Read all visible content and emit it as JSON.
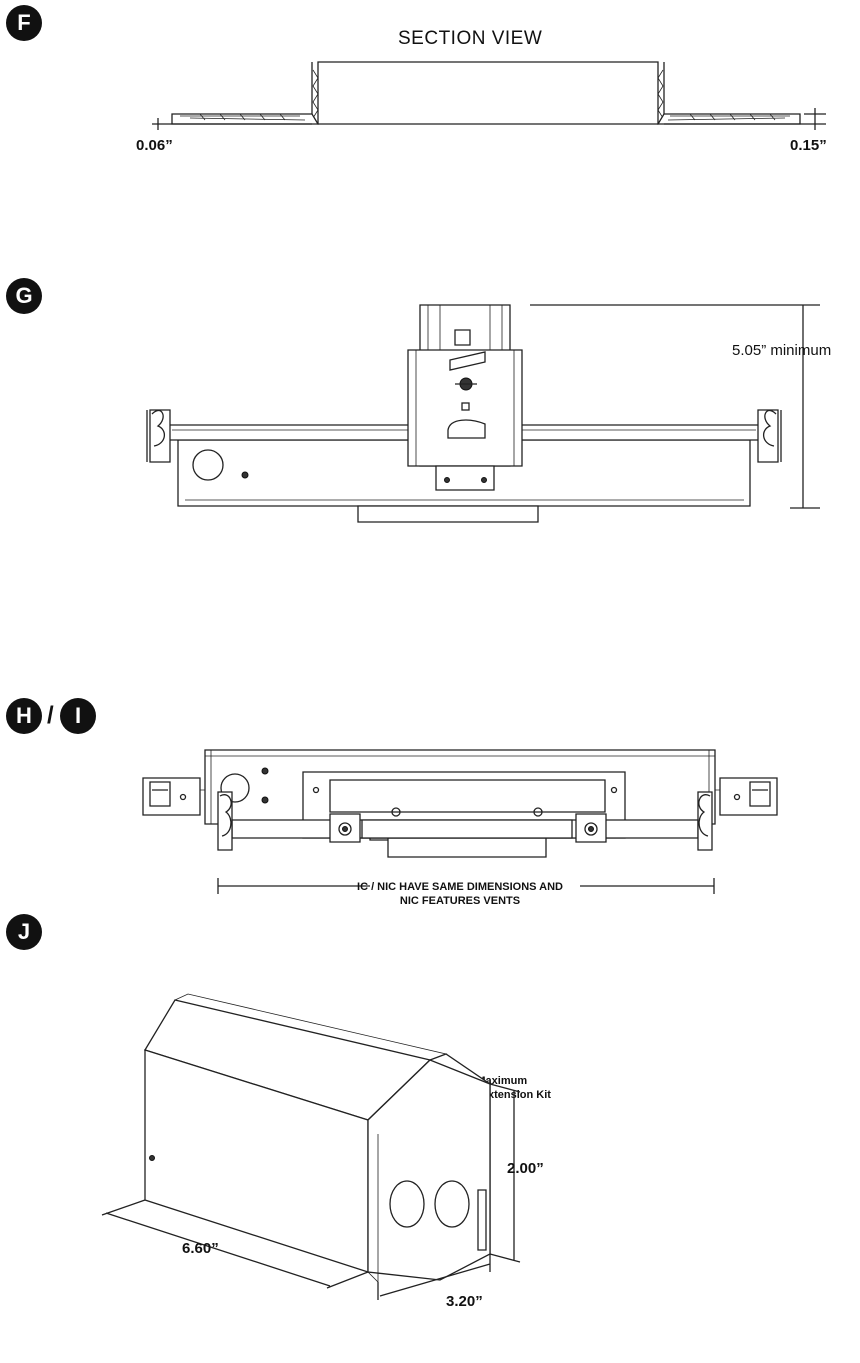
{
  "labels": {
    "f": "F",
    "g": "G",
    "h": "H",
    "slash": "/",
    "i": "I",
    "j": "J"
  },
  "section_view": {
    "title": "SECTION VIEW",
    "left_dim": "0.06”",
    "right_dim": "0.15”"
  },
  "view_g": {
    "height_dim": "5.05” minimum"
  },
  "view_hi": {
    "note_line1": "IC / NIC HAVE SAME DIMENSIONS AND",
    "note_line2": "NIC FEATURES VENTS",
    "span_line1": "24” Standard Maximum",
    "span_line2": "46” Maximum with Extension Kit"
  },
  "view_j": {
    "height_dim": "2.00”",
    "length_dim": "6.60”",
    "width_dim": "3.20”"
  }
}
